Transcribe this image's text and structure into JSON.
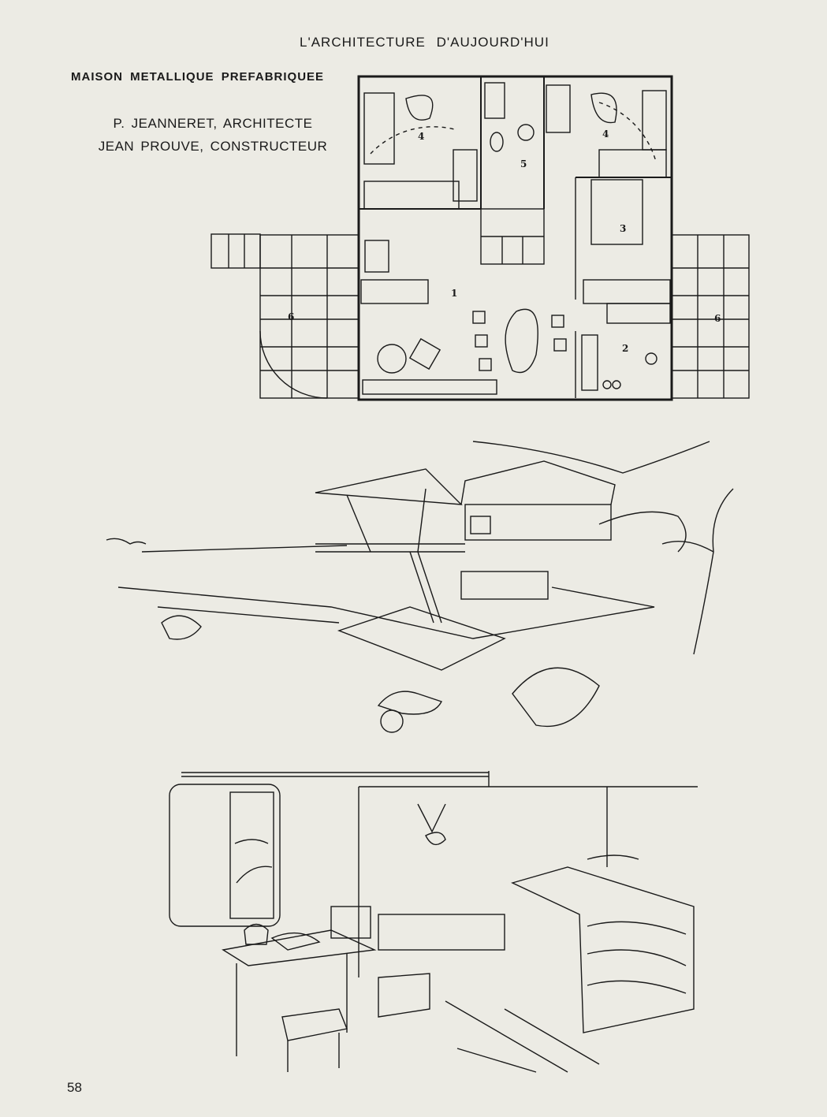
{
  "header": {
    "journal": "L'ARCHITECTURE D'AUJOURD'HUI"
  },
  "article": {
    "title": "MAISON METALLIQUE PREFABRIQUEE",
    "architect": "P. JEANNERET, ARCHITECTE",
    "constructor": "JEAN PROUVE, CONSTRUCTEUR"
  },
  "plan": {
    "room_labels": [
      "4",
      "5",
      "4",
      "3",
      "1",
      "6",
      "2",
      "6"
    ]
  },
  "footer": {
    "page_number": "58"
  }
}
